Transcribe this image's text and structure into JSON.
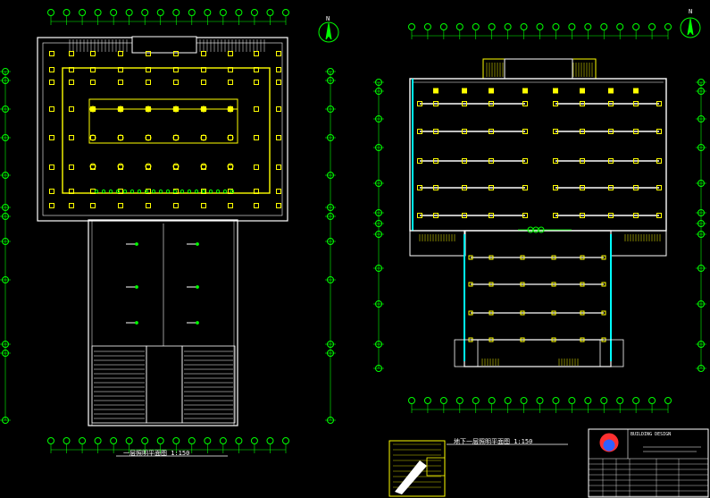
{
  "drawing": {
    "left_plan_title": "一层照明平面图  1:150",
    "right_plan_title": "地下一层照明平面图  1:150",
    "north_label": "N",
    "titleblock_company": "BUILDING DESIGN"
  },
  "colors": {
    "background": "#000000",
    "wall": "#ffffff",
    "grid": "#00ff00",
    "light": "#ffff00",
    "circuit": "#ffff00",
    "accent_cyan": "#00ffff",
    "logo_red": "#ff3030",
    "logo_blue": "#3060ff"
  }
}
